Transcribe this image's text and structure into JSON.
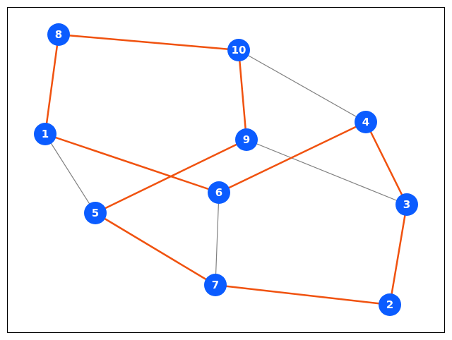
{
  "graph": {
    "node_color": "#0B5CFF",
    "label_color": "#FFFFFF",
    "highlight_edge_color": "#F0520F",
    "normal_edge_color": "#808080",
    "border_color": "#000000",
    "nodes": [
      {
        "id": "1",
        "label": "1"
      },
      {
        "id": "2",
        "label": "2"
      },
      {
        "id": "3",
        "label": "3"
      },
      {
        "id": "4",
        "label": "4"
      },
      {
        "id": "5",
        "label": "5"
      },
      {
        "id": "6",
        "label": "6"
      },
      {
        "id": "7",
        "label": "7"
      },
      {
        "id": "8",
        "label": "8"
      },
      {
        "id": "9",
        "label": "9"
      },
      {
        "id": "10",
        "label": "10"
      }
    ],
    "edges": [
      {
        "source": "8",
        "target": "10",
        "highlighted": true
      },
      {
        "source": "8",
        "target": "1",
        "highlighted": true
      },
      {
        "source": "10",
        "target": "9",
        "highlighted": true
      },
      {
        "source": "10",
        "target": "4",
        "highlighted": false
      },
      {
        "source": "1",
        "target": "6",
        "highlighted": true
      },
      {
        "source": "1",
        "target": "5",
        "highlighted": false
      },
      {
        "source": "9",
        "target": "5",
        "highlighted": true
      },
      {
        "source": "9",
        "target": "3",
        "highlighted": false
      },
      {
        "source": "4",
        "target": "6",
        "highlighted": true
      },
      {
        "source": "4",
        "target": "3",
        "highlighted": true
      },
      {
        "source": "6",
        "target": "7",
        "highlighted": false
      },
      {
        "source": "5",
        "target": "7",
        "highlighted": true
      },
      {
        "source": "7",
        "target": "2",
        "highlighted": true
      },
      {
        "source": "3",
        "target": "2",
        "highlighted": true
      }
    ]
  }
}
